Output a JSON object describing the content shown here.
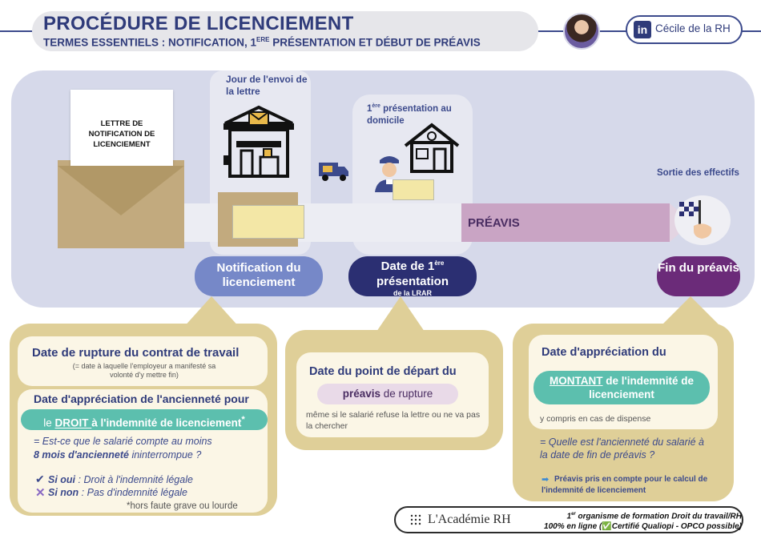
{
  "header": {
    "title": "PROCÉDURE DE LICENCIEMENT",
    "subtitle_pre": "TERMES ESSENTIELS : NOTIFICATION, 1",
    "subtitle_sup": "ERE",
    "subtitle_post": " PRÉSENTATION ET DÉBUT DE PRÉAVIS",
    "linkedin_icon": "in",
    "author": "Cécile de la RH"
  },
  "timeline": {
    "letter_lines": [
      "LETTRE DE",
      "NOTIFICATION DE",
      "LICENCIEMENT"
    ],
    "envoi_label": "Jour de l'envoi de la lettre",
    "pres_label_pre": "1",
    "pres_label_sup": "ère",
    "pres_label_post": " présentation au domicile",
    "sortie_label": "Sortie des effectifs",
    "preavis_label": "PRÉAVIS",
    "icons": [
      "envelope-icon",
      "post-office-icon",
      "delivery-truck-icon",
      "postman-icon",
      "house-icon",
      "finish-flag-icon"
    ]
  },
  "milestones": {
    "notification": "Notification du licenciement",
    "presentation_pre": "Date de 1",
    "presentation_sup": "ère",
    "presentation_post": "présentation",
    "presentation_small": "de la LRAR",
    "fin": "Fin du préavis"
  },
  "box_left": {
    "title": "Date de rupture du contrat de travail",
    "note": "(= date à laquelle l'employeur a manifesté sa volonté d'y mettre fin)",
    "title2": "Date d'appréciation de l'ancienneté pour",
    "pill_pre": "le ",
    "pill_underlined": "DROIT ",
    "pill_post": "à l'indemnité de licenciement",
    "pill_star": "*",
    "question": "= Est-ce que le salarié compte au moins",
    "question_bold": "8 mois d'ancienneté",
    "question_end": " ininterrompue ?",
    "yes_bold": "Si oui",
    "yes_text": " : Droit à l'indemnité légale",
    "no_bold": "Si non",
    "no_text": " : Pas d'indemnité légale",
    "footnote": "*hors faute grave ou lourde"
  },
  "box_middle": {
    "title": "Date du point de départ du",
    "pill_bold": "préavis",
    "pill_rest": " de rupture",
    "note": "même si le salarié refuse la lettre ou ne va pas la chercher"
  },
  "box_right": {
    "title": "Date  d'appréciation du",
    "pill_underlined": "MONTANT",
    "pill_rest": " de l'indemnité de licenciement",
    "note": "y compris en cas de dispense",
    "question": "= Quelle est l'ancienneté du salarié à la date de fin de préavis ?",
    "arrow": "➡",
    "bottom": "Préavis pris en compte pour le calcul de l'indemnité de licenciement"
  },
  "footer": {
    "brand": "L'Académie RH",
    "line1_pre": "1",
    "line1_sup": "er",
    "line1_post": " organisme de formation Droit du travail/RH",
    "line2_pre": "100% en ligne (",
    "line2_check": "✅",
    "line2_post": "Certifié Qualiopi - OPCO possible)"
  },
  "colors": {
    "navy": "#2f3b7a",
    "teal": "#5cbfae",
    "sand": "#dfcf98",
    "plum": "#6b2b79",
    "lavender": "#7688c8"
  }
}
